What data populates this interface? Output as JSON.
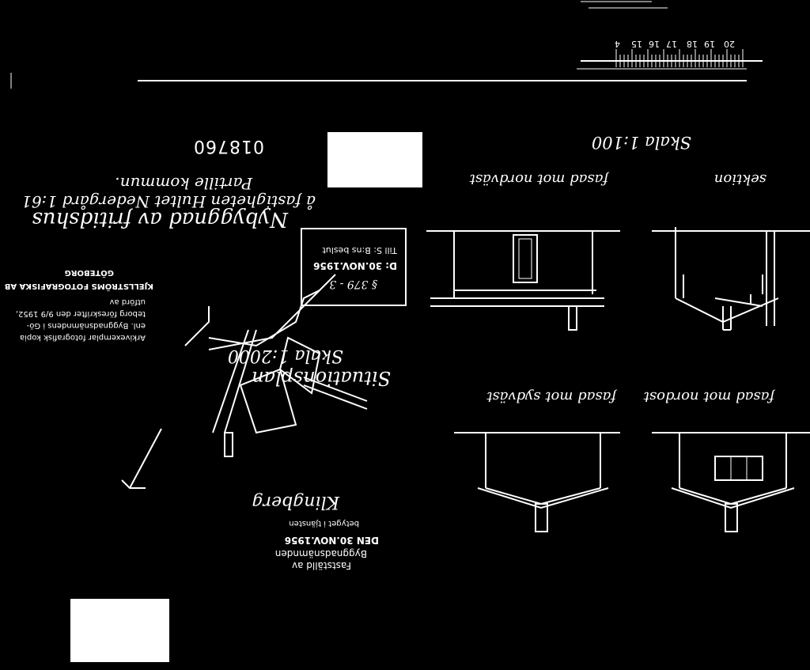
{
  "document": {
    "orientation": "rotated 180 degrees",
    "archive_number": "018760",
    "title_lines": [
      "Nybyggnad av fritidshus",
      "å fastigheten Hultet Nedergård 1:61",
      "Partille kommun."
    ],
    "situation_plan": {
      "label": "Situationsplan",
      "scale": "Skala 1:2000"
    },
    "elevation_scale": "Skala 1:100",
    "elevations": [
      {
        "label": "fasad mot nordväst"
      },
      {
        "label": "sektion"
      },
      {
        "label": "fasad mot sydväst"
      },
      {
        "label": "fasad mot nordost"
      }
    ],
    "archive_note": [
      "Arkivexemplar fotografisk kopia",
      "enl. Byggnadsnämndens i Gö-",
      "teborg föreskrifter den 9/9 1952,",
      "utförd av"
    ],
    "photographer": [
      "KJELLSTRÖMS FOTOGRAFISKA AB",
      "GÖTEBORG"
    ],
    "approval_stamp": [
      "Fastställd av",
      "Byggnadsnämnden",
      "DEN 30.NOV.1956",
      "betyget i tjänsten"
    ],
    "decision_stamp": {
      "line1": "Till S: B:ns beslut",
      "line2": "D: 30.NOV.1956",
      "line3": "§ 379 - 3"
    },
    "handwriting": [
      "Klingberg"
    ],
    "ruler_numbers": [
      "20",
      "19",
      "18",
      "17",
      "16",
      "15",
      "4"
    ]
  }
}
